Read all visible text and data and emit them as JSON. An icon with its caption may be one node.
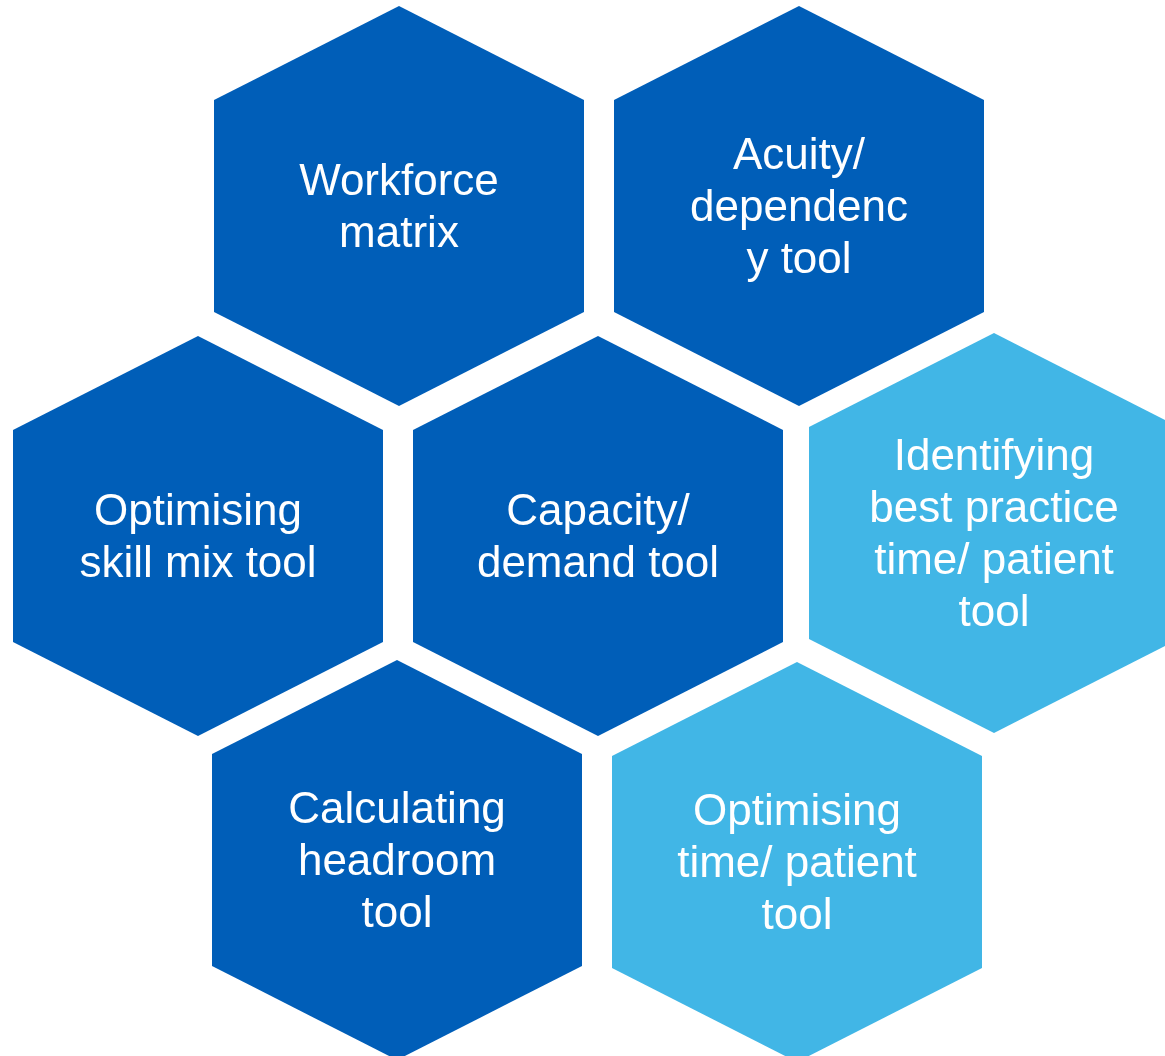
{
  "diagram": {
    "nodes": [
      {
        "text": [
          "Workforce matrix"
        ]
      },
      {
        "text": [
          "Acuity/ dependenc y tool"
        ]
      },
      {
        "text": [
          "Optimising skill mix tool"
        ]
      },
      {
        "text": [
          "Capacity/ demand tool"
        ]
      },
      {
        "text": [
          "Identifying best practice time/ patient tool"
        ]
      },
      {
        "text": [
          "Calculating headroom tool"
        ]
      },
      {
        "text": [
          "Optimising time/ patient tool"
        ]
      }
    ]
  }
}
